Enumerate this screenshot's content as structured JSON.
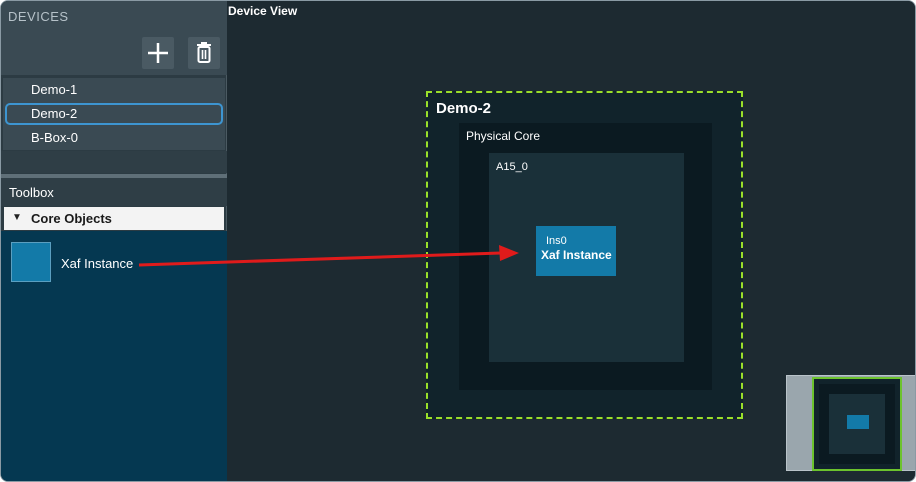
{
  "sidebar": {
    "devices_title": "DEVICES",
    "devices": [
      {
        "label": "Demo-1"
      },
      {
        "label": "Demo-2"
      },
      {
        "label": "B-Box-0"
      }
    ],
    "selected_device": "Demo-2",
    "add_icon": "plus-icon",
    "delete_icon": "trash-icon"
  },
  "toolbox": {
    "title": "Toolbox",
    "category": "Core Objects",
    "category_expanded_icon": "triangle-down-icon",
    "items": [
      {
        "label": "Xaf Instance"
      }
    ]
  },
  "device_view": {
    "title": "Device View",
    "device_name": "Demo-2",
    "physical_core_label": "Physical Core",
    "core_label": "A15_0",
    "instance": {
      "id": "Ins0",
      "type": "Xaf Instance"
    }
  },
  "colors": {
    "accent_selected": "#3d95d1",
    "device_border": "#9ae02a",
    "instance_fill": "#137aa8",
    "drag_arrow": "#e01b1b",
    "toolbox_bg": "#053851"
  }
}
